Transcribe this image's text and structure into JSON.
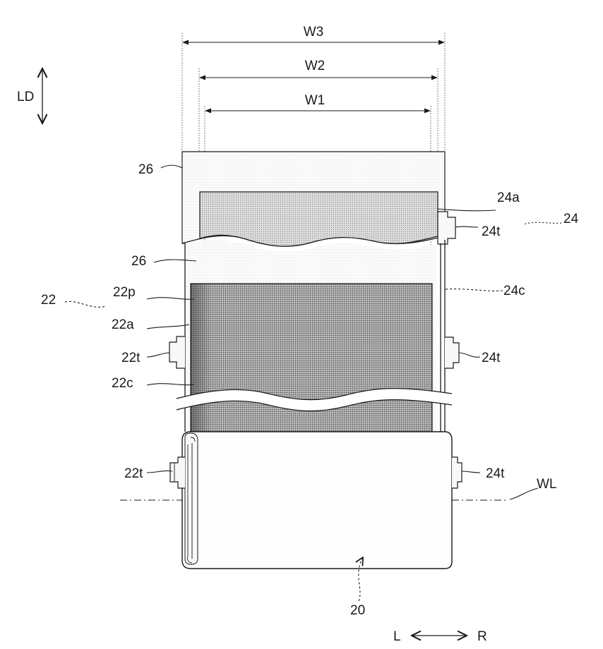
{
  "labels": {
    "w3": "W3",
    "w2": "W2",
    "w1": "W1",
    "ld": "LD",
    "s26_top": "26",
    "s26_mid": "26",
    "e24a": "24a",
    "e24": "24",
    "e24t_top": "24t",
    "e24t_mid": "24t",
    "e24t_bot": "24t",
    "e24c": "24c",
    "e22": "22",
    "e22p": "22p",
    "e22a": "22a",
    "e22t_mid": "22t",
    "e22t_bot": "22t",
    "e22c": "22c",
    "wl": "WL",
    "e20": "20",
    "dir_l": "L",
    "dir_r": "R"
  }
}
